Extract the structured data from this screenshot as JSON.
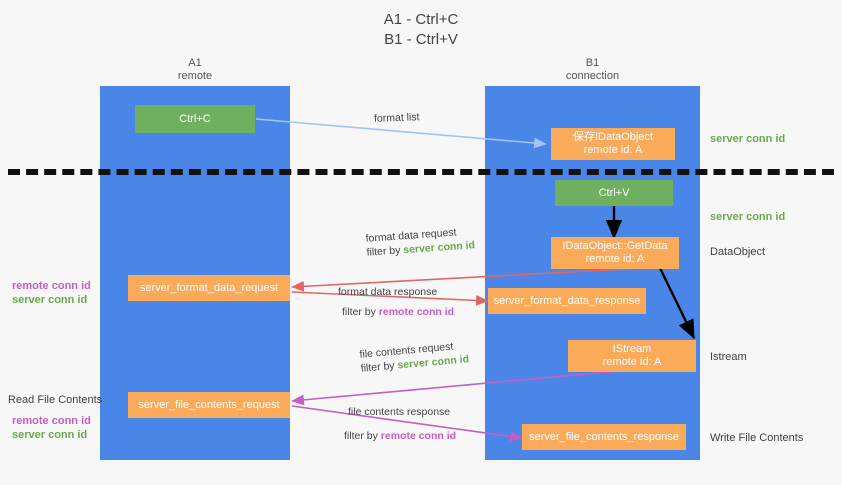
{
  "title": {
    "line1": "A1 - Ctrl+C",
    "line2": "B1 - Ctrl+V"
  },
  "columns": {
    "a": {
      "name": "A1",
      "role": "remote"
    },
    "b": {
      "name": "B1",
      "role": "connection"
    }
  },
  "boxes": {
    "ctrl_c": {
      "label": "Ctrl+C"
    },
    "ctrl_v": {
      "label": "Ctrl+V"
    },
    "idataobject": {
      "line1": "保存IDataObject",
      "line2": "remote id: A"
    },
    "getdata": {
      "line1": "IDataObject::GetData",
      "line2": "remote id: A"
    },
    "istream": {
      "line1": "IStream",
      "line2": "remote id: A"
    },
    "server_format_data_request": {
      "label": "server_format_data_request"
    },
    "server_format_data_response": {
      "label": "server_format_data_response"
    },
    "server_file_contents_request": {
      "label": "server_file_contents_request"
    },
    "server_file_contents_response": {
      "label": "server_file_contents_response"
    }
  },
  "arrow_labels": {
    "format_list": "format list",
    "format_data_request": {
      "line1": "format data request",
      "prefix": "filter by ",
      "conn": "server conn id"
    },
    "format_data_response": {
      "line1": "format data response",
      "prefix": "filter by ",
      "conn": "remote conn id"
    },
    "file_contents_request": {
      "line1": "file contents request",
      "prefix": "filter by ",
      "conn": "server conn id"
    },
    "file_contents_response": {
      "line1": "file contents response",
      "prefix": "filter by ",
      "conn": "remote conn id"
    }
  },
  "right_labels": {
    "server_conn_id_top": "server conn id",
    "server_conn_id_mid": "server conn id",
    "dataobject": "DataObject",
    "istream": "Istream",
    "write_file_contents": "Write File Contents"
  },
  "left_labels": {
    "remote_conn_id_1": "remote conn id",
    "server_conn_id_1": "server conn id",
    "read_file_contents": "Read File Contents",
    "remote_conn_id_2": "remote conn id",
    "server_conn_id_2": "server conn id"
  },
  "colors": {
    "lane": "#4a86e8",
    "green_box": "#6fb060",
    "orange_box": "#fbaa5a",
    "green_text": "#6aa84f",
    "magenta_text": "#c45ec4",
    "arrow_blue": "#9fc5f8",
    "arrow_red": "#e06666",
    "arrow_magenta": "#c45ec4",
    "arrow_black": "#000000",
    "background": "#f7f7f7"
  }
}
